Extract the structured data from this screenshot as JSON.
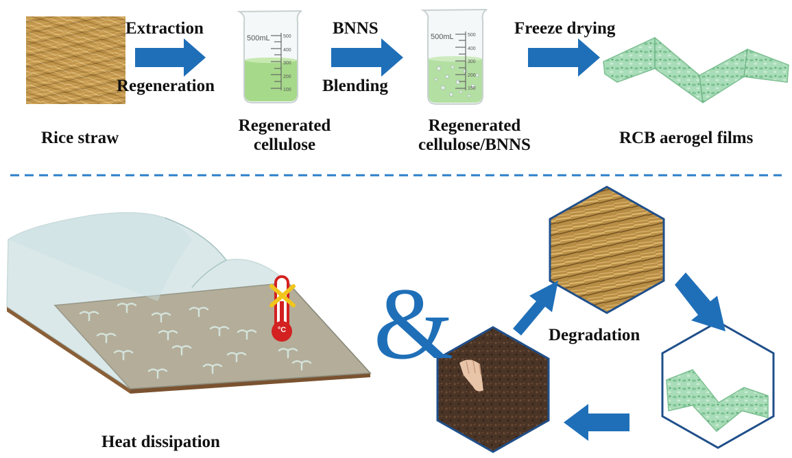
{
  "process": {
    "step1": {
      "label": "Rice straw"
    },
    "arrow1": {
      "top": "Extraction",
      "bottom": "Regeneration"
    },
    "step2": {
      "line1": "Regenerated",
      "line2": "cellulose",
      "beaker_mark": "500mL",
      "ticks": [
        "500",
        "400",
        "300",
        "200",
        "100"
      ]
    },
    "arrow2": {
      "top": "BNNS",
      "bottom": "Blending"
    },
    "step3": {
      "line1": "Regenerated",
      "line2": "cellulose/BNNS",
      "beaker_mark": "500mL",
      "ticks": [
        "500",
        "400",
        "300",
        "200",
        "150"
      ]
    },
    "arrow3": {
      "top": "Freeze drying"
    },
    "step4": {
      "label": "RCB aerogel films"
    }
  },
  "application": {
    "greenhouse_label": "Heat dissipation",
    "thermometer_unit": "°C",
    "ampersand": "&",
    "cycle_label": "Degradation"
  },
  "colors": {
    "arrow": "#1f6fb8",
    "divider": "#2a7fc9",
    "solution": "#a6d98a",
    "aerogel": "#a9dcb8",
    "soil": "#a97a4c"
  }
}
